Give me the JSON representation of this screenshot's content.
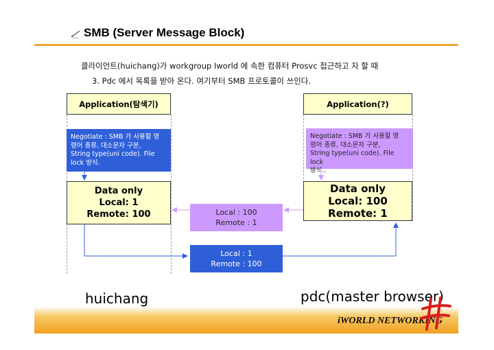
{
  "title": "SMB (Server Message Block)",
  "intro": {
    "line1": "클라이언트(huichang)가 workgroup Iworld 에 속한 컴퓨터 Prosvc 접근하고 자 할 때",
    "line2": "3. Pdc 에서 목록을 받아 온다. 여기부터 SMB 프로토콜이 쓰인다."
  },
  "left_node": {
    "app_label": "Application(탐색기)",
    "note_lines": [
      "Negotiate : SMB 가 사용할 명",
      "령어 종류, 대소문자 구분,",
      "String type(uni code). File",
      "lock 방식."
    ],
    "data_lines": [
      "Data only",
      "Local: 1",
      "Remote: 100"
    ],
    "host_label": "huichang"
  },
  "right_node": {
    "app_label": "Application(?)",
    "note_lines": [
      "Negotiate : SMB 가 사용할 명",
      "령어 종류, 대소문자 구분,",
      "String type(uni code). File lock",
      "방식.."
    ],
    "data_lines": [
      "Data only",
      "Local: 100",
      "Remote: 1"
    ],
    "host_label": "pdc(master browser)"
  },
  "messages": {
    "to_left": [
      "Local : 100",
      "Remote : 1"
    ],
    "to_right": [
      "Local : 1",
      "Remote : 100"
    ]
  },
  "brand": "iWORLD NETWORKING",
  "colors": {
    "accent_orange": "#f0a830",
    "box_yellow": "#ffffcc",
    "blue": "#2f5fd8",
    "purple": "#cc99ff",
    "logo_red": "#d81e1e"
  }
}
